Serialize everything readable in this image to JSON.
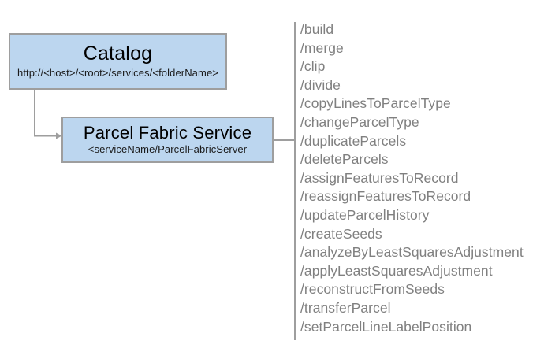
{
  "diagram": {
    "catalog_node": {
      "title": "Catalog",
      "subtitle": "http://<host>/<root>/services/<folderName>"
    },
    "parcel_node": {
      "title": "Parcel Fabric Service",
      "subtitle": "<serviceName/ParcelFabricServer"
    },
    "operations": [
      "/build",
      "/merge",
      "/clip",
      "/divide",
      "/copyLinesToParcelType",
      "/changeParcelType",
      "/duplicateParcels",
      "/deleteParcels",
      "/assignFeaturesToRecord",
      "/reassignFeaturesToRecord",
      "/updateParcelHistory",
      "/createSeeds",
      "/analyzeByLeastSquaresAdjustment",
      "/applyLeastSquaresAdjustment",
      "/reconstructFromSeeds",
      "/transferParcel",
      "/setParcelLineLabelPosition"
    ],
    "colors": {
      "node_fill": "#bcd6ef",
      "node_border": "#9e9e9e",
      "connector": "#9e9e9e",
      "operation_text": "#808080",
      "title_text": "#000000",
      "background": "#ffffff"
    }
  }
}
